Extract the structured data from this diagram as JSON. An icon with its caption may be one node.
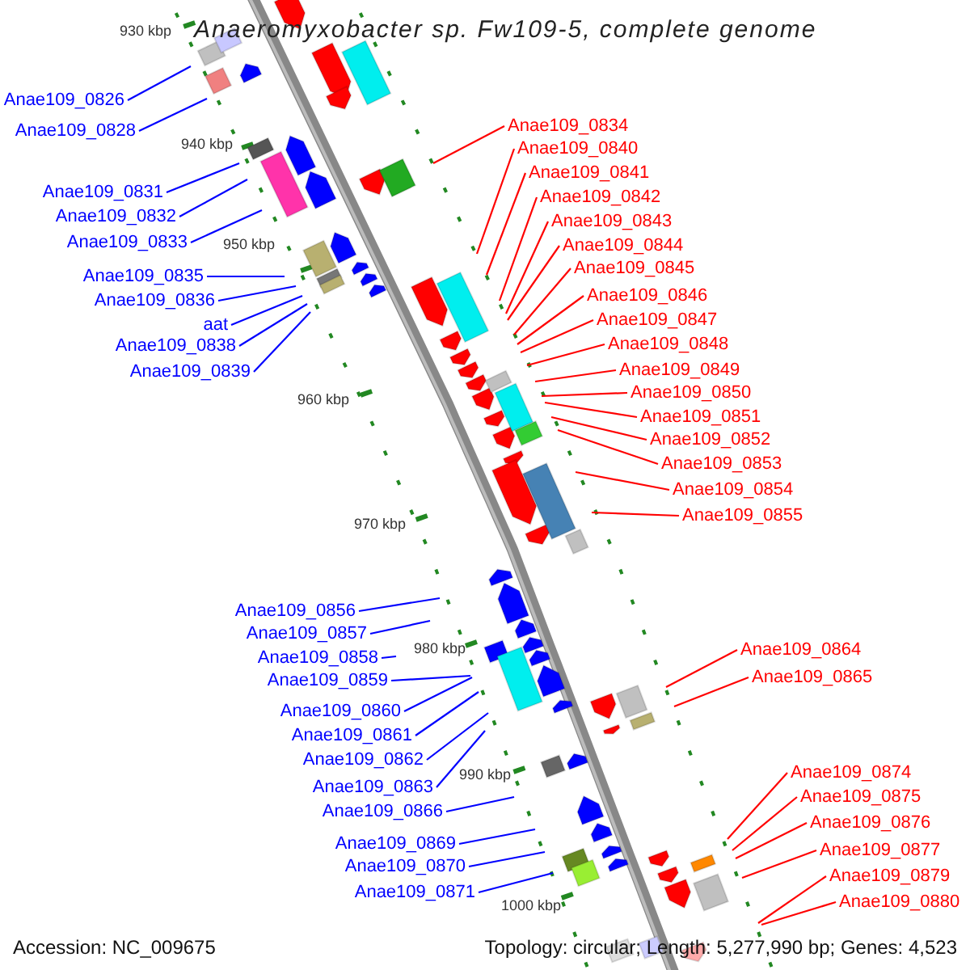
{
  "diagram": {
    "title": "Anaeromyxobacter sp. Fw109-5, complete genome",
    "nodes": [
      {
        "text": [
          "Anae109_0826"
        ]
      },
      {
        "text": [
          "Anae109_0828"
        ]
      },
      {
        "text": [
          "Anae109_0831"
        ]
      },
      {
        "text": [
          "Anae109_0832"
        ]
      },
      {
        "text": [
          "Anae109_0833"
        ]
      },
      {
        "text": [
          "Anae109_0835"
        ]
      },
      {
        "text": [
          "Anae109_0836"
        ]
      },
      {
        "text": [
          "aat"
        ]
      },
      {
        "text": [
          "Anae109_0838"
        ]
      },
      {
        "text": [
          "Anae109_0839"
        ]
      },
      {
        "text": [
          "Anae109_0834"
        ]
      },
      {
        "text": [
          "Anae109_0840"
        ]
      },
      {
        "text": [
          "Anae109_0841"
        ]
      },
      {
        "text": [
          "Anae109_0842"
        ]
      },
      {
        "text": [
          "Anae109_0843"
        ]
      },
      {
        "text": [
          "Anae109_0844"
        ]
      },
      {
        "text": [
          "Anae109_0845"
        ]
      },
      {
        "text": [
          "Anae109_0846"
        ]
      },
      {
        "text": [
          "Anae109_0847"
        ]
      },
      {
        "text": [
          "Anae109_0848"
        ]
      },
      {
        "text": [
          "Anae109_0849"
        ]
      },
      {
        "text": [
          "Anae109_0850"
        ]
      },
      {
        "text": [
          "Anae109_0851"
        ]
      },
      {
        "text": [
          "Anae109_0852"
        ]
      },
      {
        "text": [
          "Anae109_0853"
        ]
      },
      {
        "text": [
          "Anae109_0854"
        ]
      },
      {
        "text": [
          "Anae109_0855"
        ]
      },
      {
        "text": [
          "Anae109_0856"
        ]
      },
      {
        "text": [
          "Anae109_0857"
        ]
      },
      {
        "text": [
          "Anae109_0858"
        ]
      },
      {
        "text": [
          "Anae109_0859"
        ]
      },
      {
        "text": [
          "Anae109_0860"
        ]
      },
      {
        "text": [
          "Anae109_0861"
        ]
      },
      {
        "text": [
          "Anae109_0862"
        ]
      },
      {
        "text": [
          "Anae109_0863"
        ]
      },
      {
        "text": [
          "Anae109_0866"
        ]
      },
      {
        "text": [
          "Anae109_0869"
        ]
      },
      {
        "text": [
          "Anae109_0870"
        ]
      },
      {
        "text": [
          "Anae109_0871"
        ]
      },
      {
        "text": [
          "Anae109_0864"
        ]
      },
      {
        "text": [
          "Anae109_0865"
        ]
      },
      {
        "text": [
          "Anae109_0874"
        ]
      },
      {
        "text": [
          "Anae109_0875"
        ]
      },
      {
        "text": [
          "Anae109_0876"
        ]
      },
      {
        "text": [
          "Anae109_0877"
        ]
      },
      {
        "text": [
          "Anae109_0879"
        ]
      },
      {
        "text": [
          "Anae109_0880"
        ]
      }
    ],
    "edges": [
      {
        "from": 0,
        "to": null,
        "arrow": "none",
        "color": "#0000ff"
      },
      {
        "from": 1,
        "to": null,
        "arrow": "none",
        "color": "#0000ff"
      },
      {
        "from": 2,
        "to": null,
        "arrow": "none",
        "color": "#0000ff"
      },
      {
        "from": 3,
        "to": null,
        "arrow": "none",
        "color": "#0000ff"
      },
      {
        "from": 4,
        "to": null,
        "arrow": "none",
        "color": "#0000ff"
      },
      {
        "from": 5,
        "to": null,
        "arrow": "none",
        "color": "#0000ff"
      },
      {
        "from": 6,
        "to": null,
        "arrow": "none",
        "color": "#0000ff"
      },
      {
        "from": 7,
        "to": null,
        "arrow": "none",
        "color": "#0000ff"
      },
      {
        "from": 8,
        "to": null,
        "arrow": "none",
        "color": "#0000ff"
      },
      {
        "from": 9,
        "to": null,
        "arrow": "none",
        "color": "#0000ff"
      },
      {
        "from": 10,
        "to": null,
        "arrow": "none"
      },
      {
        "from": 11,
        "to": null,
        "arrow": "none"
      },
      {
        "from": 12,
        "to": null,
        "arrow": "none"
      },
      {
        "from": 13,
        "to": null,
        "arrow": "none"
      },
      {
        "from": 14,
        "to": null,
        "arrow": "none"
      },
      {
        "from": 15,
        "to": null,
        "arrow": "none"
      },
      {
        "from": 16,
        "to": null,
        "arrow": "none"
      },
      {
        "from": 17,
        "to": null,
        "arrow": "none"
      },
      {
        "from": 18,
        "to": null,
        "arrow": "none"
      },
      {
        "from": 19,
        "to": null,
        "arrow": "none"
      },
      {
        "from": 20,
        "to": null,
        "arrow": "none"
      },
      {
        "from": 21,
        "to": null,
        "arrow": "none"
      },
      {
        "from": 22,
        "to": null,
        "arrow": "none"
      },
      {
        "from": 23,
        "to": null,
        "arrow": "none"
      },
      {
        "from": 24,
        "to": null,
        "arrow": "none"
      },
      {
        "from": 25,
        "to": null,
        "arrow": "none"
      },
      {
        "from": 26,
        "to": null,
        "arrow": "none"
      },
      {
        "from": 27,
        "to": null,
        "arrow": "none",
        "color": "#0000ff"
      },
      {
        "from": 28,
        "to": null,
        "arrow": "none",
        "color": "#0000ff"
      },
      {
        "from": 29,
        "to": null,
        "arrow": "none",
        "color": "#0000ff"
      },
      {
        "from": 30,
        "to": null,
        "arrow": "none",
        "color": "#0000ff"
      },
      {
        "from": 31,
        "to": null,
        "arrow": "none",
        "color": "#0000ff"
      },
      {
        "from": 32,
        "to": null,
        "arrow": "none",
        "color": "#0000ff"
      },
      {
        "from": 33,
        "to": null,
        "arrow": "none",
        "color": "#0000ff"
      },
      {
        "from": 34,
        "to": null,
        "arrow": "none",
        "color": "#0000ff"
      },
      {
        "from": 35,
        "to": null,
        "arrow": "none",
        "color": "#0000ff"
      },
      {
        "from": 36,
        "to": null,
        "arrow": "none",
        "color": "#0000ff"
      },
      {
        "from": 37,
        "to": null,
        "arrow": "none",
        "color": "#0000ff"
      },
      {
        "from": 38,
        "to": null,
        "arrow": "none",
        "color": "#0000ff"
      },
      {
        "from": 39,
        "to": null,
        "arrow": "none"
      },
      {
        "from": 40,
        "to": null,
        "arrow": "none"
      },
      {
        "from": 41,
        "to": null,
        "arrow": "none"
      },
      {
        "from": 42,
        "to": null,
        "arrow": "none"
      },
      {
        "from": 43,
        "to": null,
        "arrow": "none"
      },
      {
        "from": 44,
        "to": null,
        "arrow": "none"
      },
      {
        "from": 45,
        "to": null,
        "arrow": "none"
      },
      {
        "from": 46,
        "to": null,
        "arrow": "none"
      }
    ],
    "labels": [
      "930 kbp",
      "940 kbp",
      "950 kbp",
      "960 kbp",
      "970 kbp",
      "980 kbp",
      "990 kbp",
      "1000 kbp",
      "Accession: NC_009675",
      "Topology: circular; Length: 5,277,990 bp; Genes: 4,523"
    ]
  }
}
